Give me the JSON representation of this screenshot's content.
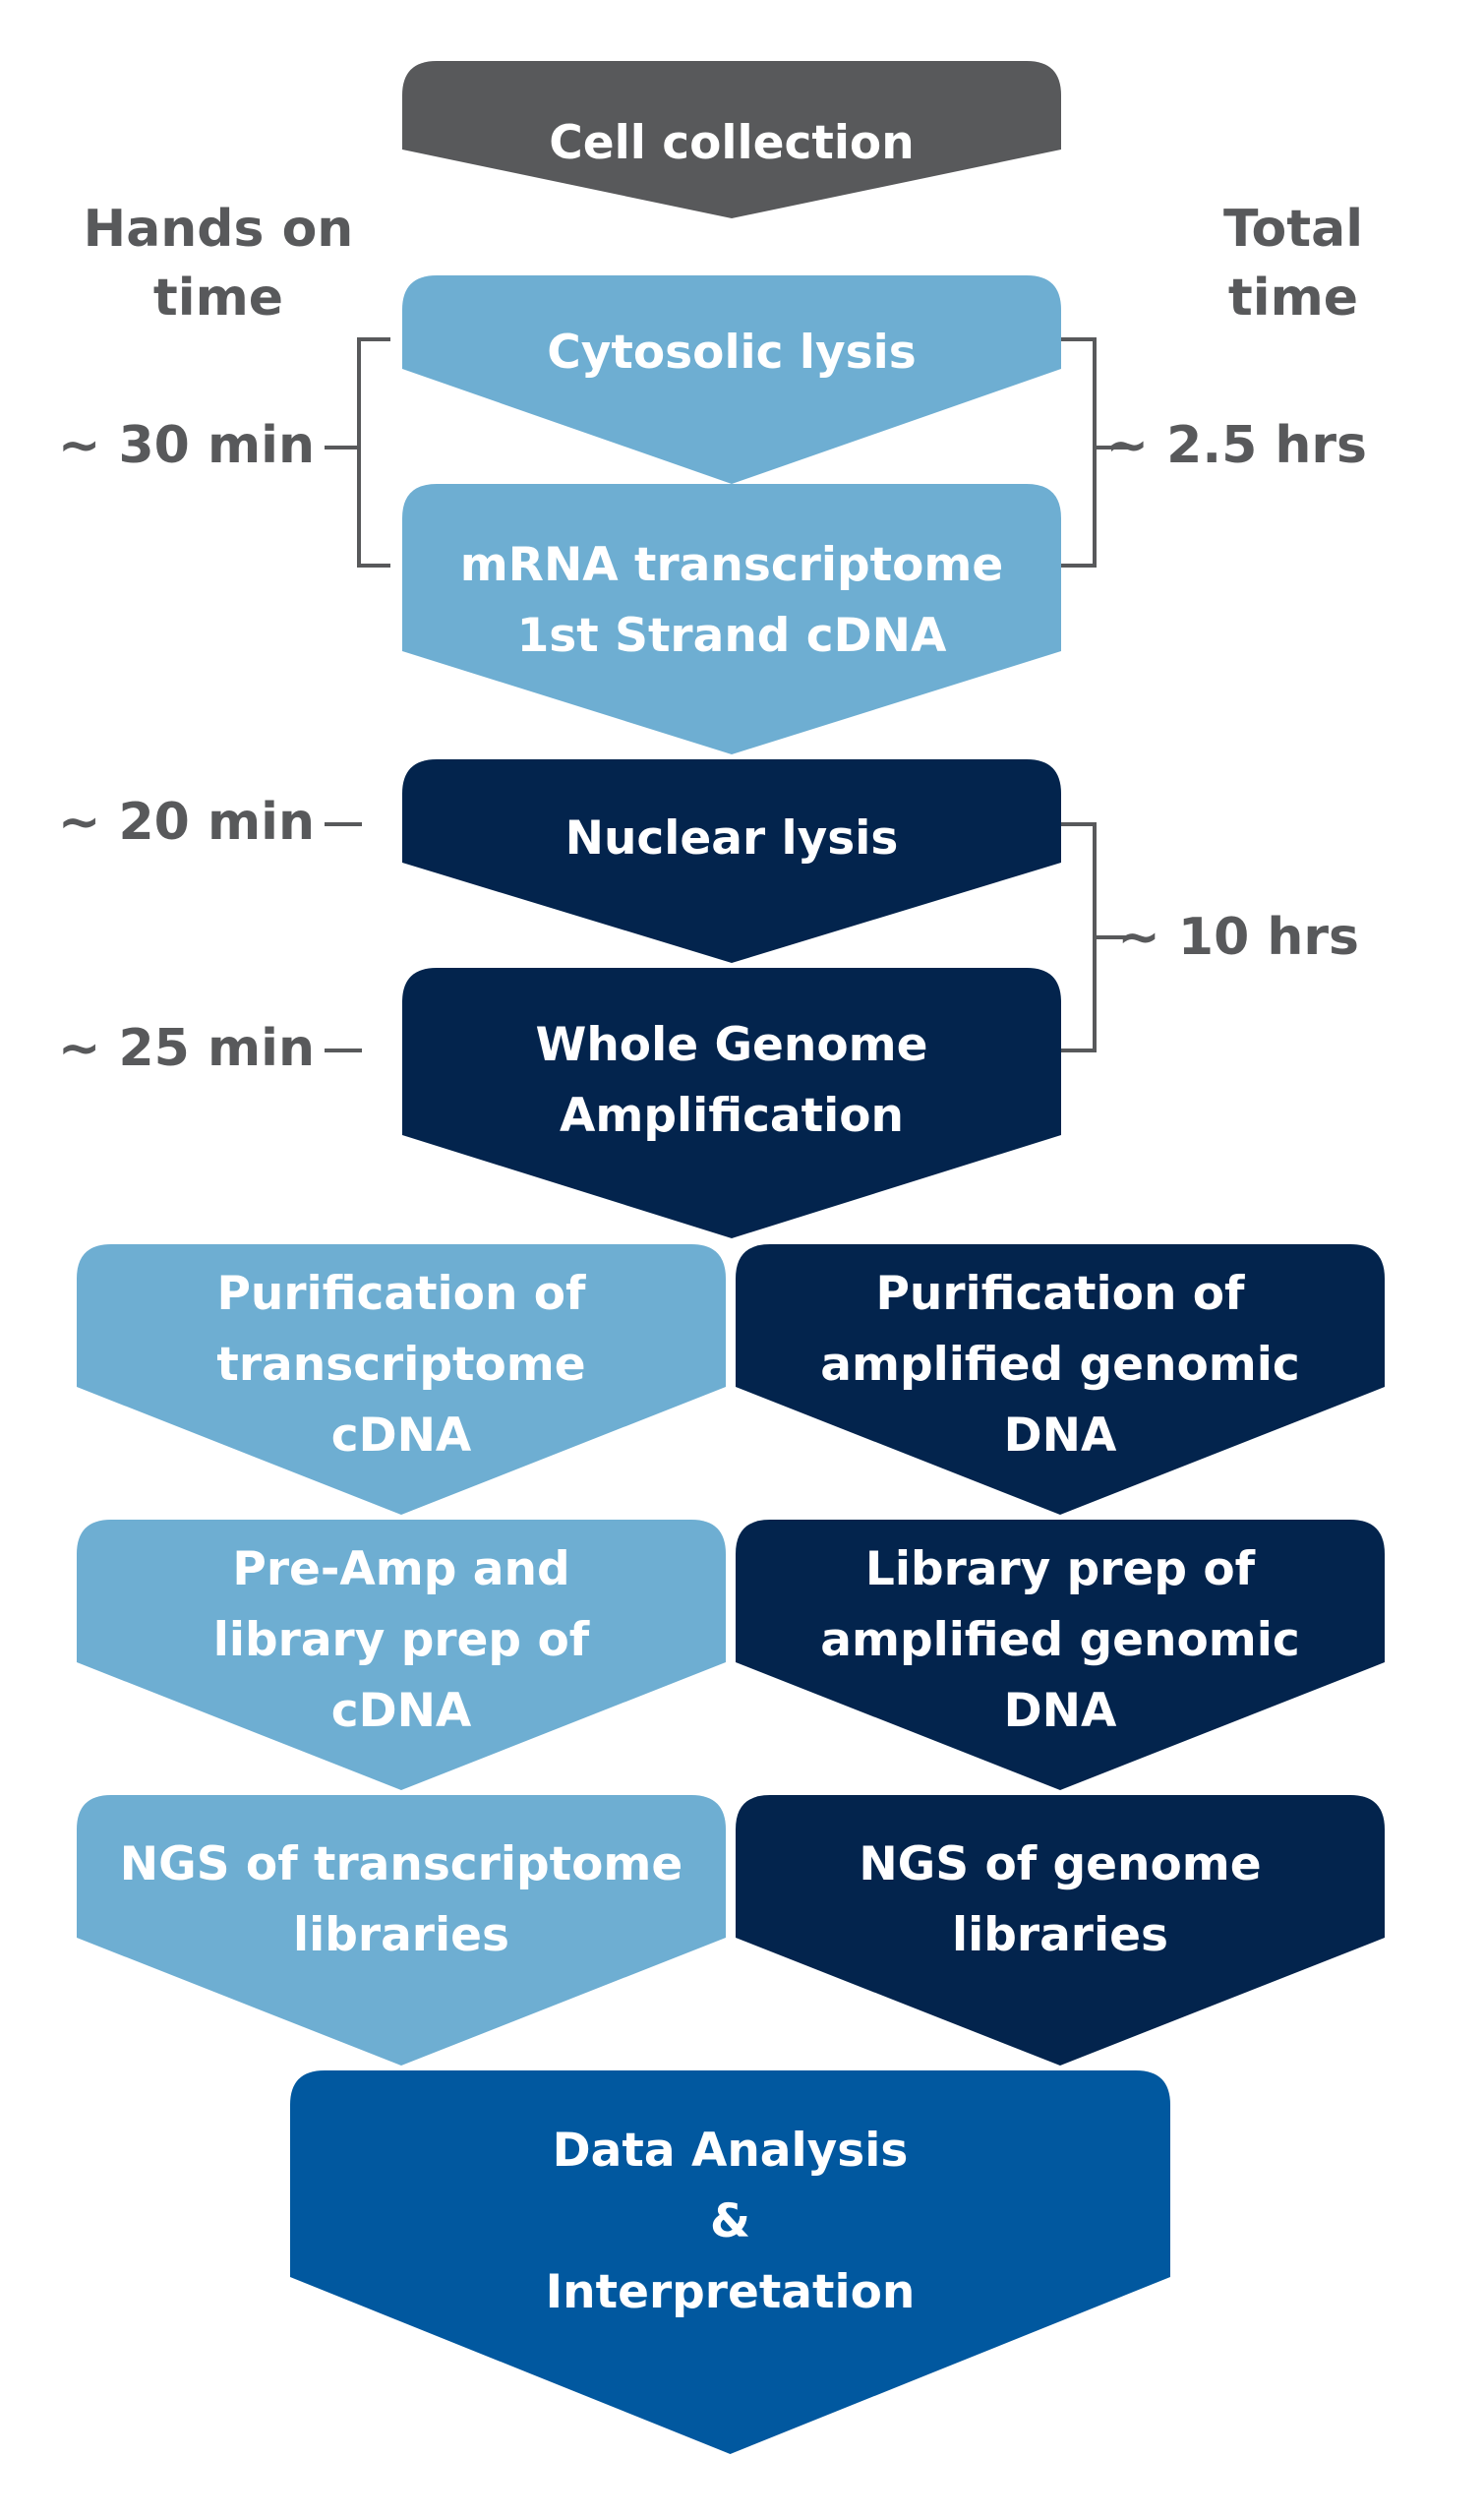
{
  "colors": {
    "grey": "#58595b",
    "light_blue": "#6eaed2",
    "navy": "#03244d",
    "mid_blue": "#01589f",
    "text_grey": "#58595b"
  },
  "headers": {
    "hands_on": [
      "Hands on",
      "time"
    ],
    "total": [
      "Total",
      "time"
    ]
  },
  "steps": [
    {
      "id": "cell-collection",
      "lines": [
        "Cell collection"
      ],
      "color": "grey"
    },
    {
      "id": "cytosolic-lysis",
      "lines": [
        "Cytosolic lysis"
      ],
      "color": "light_blue"
    },
    {
      "id": "mrna-transcriptome",
      "lines": [
        "mRNA transcriptome",
        "1st Strand cDNA"
      ],
      "color": "light_blue"
    },
    {
      "id": "nuclear-lysis",
      "lines": [
        "Nuclear lysis"
      ],
      "color": "navy"
    },
    {
      "id": "whole-genome-amplification",
      "lines": [
        "Whole Genome",
        "Amplification"
      ],
      "color": "navy"
    },
    {
      "id": "purification-transcriptome",
      "lines": [
        "Purification of",
        "transcriptome",
        "cDNA"
      ],
      "color": "light_blue"
    },
    {
      "id": "purification-genomic",
      "lines": [
        "Purification of",
        "amplified genomic",
        "DNA"
      ],
      "color": "navy"
    },
    {
      "id": "preamp-library",
      "lines": [
        "Pre-Amp and",
        "library prep of",
        "cDNA"
      ],
      "color": "light_blue"
    },
    {
      "id": "library-genomic",
      "lines": [
        "Library prep of",
        "amplified genomic",
        "DNA"
      ],
      "color": "navy"
    },
    {
      "id": "ngs-transcriptome",
      "lines": [
        "NGS of transcriptome",
        "libraries"
      ],
      "color": "light_blue"
    },
    {
      "id": "ngs-genome",
      "lines": [
        "NGS of genome",
        "libraries"
      ],
      "color": "navy"
    },
    {
      "id": "data-analysis",
      "lines": [
        "Data Analysis",
        "&",
        "Interpretation"
      ],
      "color": "mid_blue"
    }
  ],
  "hands_on_times": [
    {
      "id": "hands-on-30",
      "text": "~ 30 min"
    },
    {
      "id": "hands-on-20",
      "text": "~ 20 min"
    },
    {
      "id": "hands-on-25",
      "text": "~ 25 min"
    }
  ],
  "total_times": [
    {
      "id": "total-2-5",
      "text": "~ 2.5 hrs"
    },
    {
      "id": "total-10",
      "text": "~ 10 hrs"
    }
  ]
}
